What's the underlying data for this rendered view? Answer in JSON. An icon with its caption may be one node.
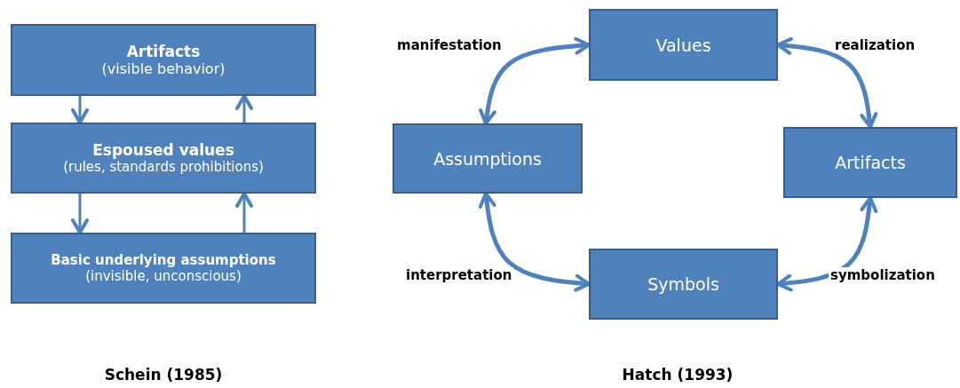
{
  "diagram": {
    "nodes": [
      {
        "text": [
          "Artifacts",
          "(visible behavior)"
        ]
      },
      {
        "text": [
          "Espoused values",
          "(rules, standards prohibitions)"
        ]
      },
      {
        "text": [
          "Basic underlying assumptions",
          "(invisible, unconscious)"
        ]
      },
      {
        "text": [
          "Values"
        ]
      },
      {
        "text": [
          "Assumptions"
        ]
      },
      {
        "text": [
          "Artifacts"
        ]
      },
      {
        "text": [
          "Symbols"
        ]
      }
    ],
    "edges": [
      {
        "from": 0,
        "to": 1,
        "arrow": "to"
      },
      {
        "from": 1,
        "to": 0,
        "arrow": "to"
      },
      {
        "from": 1,
        "to": 2,
        "arrow": "to"
      },
      {
        "from": 2,
        "to": 1,
        "arrow": "to"
      },
      {
        "from": 4,
        "to": 3,
        "arrow": "both",
        "label": "manifestation"
      },
      {
        "from": 3,
        "to": 5,
        "arrow": "both",
        "label": "realization"
      },
      {
        "from": 5,
        "to": 6,
        "arrow": "both",
        "label": "symbolization"
      },
      {
        "from": 4,
        "to": 6,
        "arrow": "both",
        "label": "interpretation"
      }
    ],
    "labels": [
      "Schein (1985)",
      "Hatch (1993)"
    ]
  }
}
